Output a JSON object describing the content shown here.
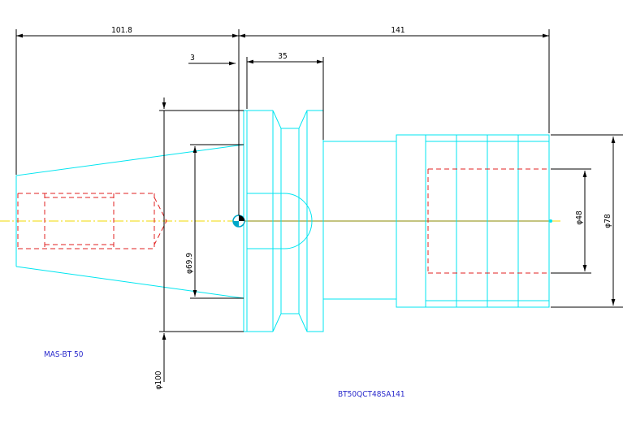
{
  "drawing": {
    "dimensions": {
      "gauge_length": "101.8",
      "overall_length": "141",
      "flange_gap": "3",
      "flange_width": "35",
      "cone_diameter": "φ69.9",
      "flange_diameter": "φ100",
      "shank_diameter": "φ78",
      "bore_diameter": "φ48"
    },
    "labels": {
      "taper_standard": "MAS-BT 50",
      "part_number": "BT50QCT48SA141"
    },
    "colors": {
      "outline": "#00e5f0",
      "dimension": "#000000",
      "hidden": "#e02020",
      "centerline": "#f0d800",
      "label": "#2a2acc"
    }
  }
}
